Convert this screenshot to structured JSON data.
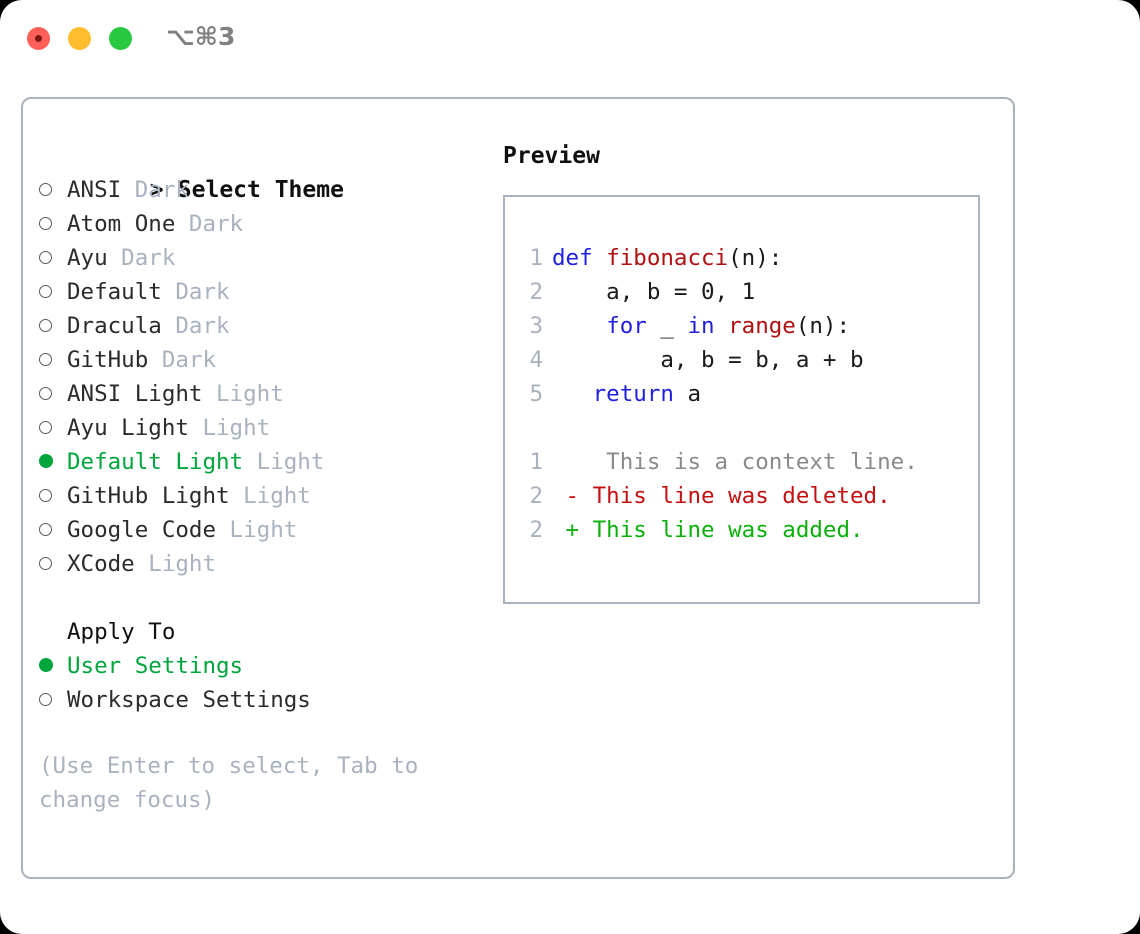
{
  "window": {
    "shortcut": "⌥⌘3",
    "traffic_lights": [
      "close-red",
      "minimize-yellow",
      "maximize-green"
    ]
  },
  "colors": {
    "accent_green": "#00a63c",
    "muted_grey": "#a9b2bf",
    "border": "#a9b2bf",
    "keyword_blue": "#1f1fe0",
    "function_red": "#b01010",
    "diff_add_green": "#0bb00b",
    "diff_del_red": "#c41010",
    "text": "#2b2b2b"
  },
  "theme_picker": {
    "caret": ">",
    "header": "Select Theme",
    "marker_unselected": "○",
    "marker_selected": "●",
    "items": [
      {
        "name": "ANSI",
        "kind": "Dark",
        "selected": false
      },
      {
        "name": "Atom One",
        "kind": "Dark",
        "selected": false
      },
      {
        "name": "Ayu",
        "kind": "Dark",
        "selected": false
      },
      {
        "name": "Default",
        "kind": "Dark",
        "selected": false
      },
      {
        "name": "Dracula",
        "kind": "Dark",
        "selected": false
      },
      {
        "name": "GitHub",
        "kind": "Dark",
        "selected": false
      },
      {
        "name": "ANSI Light",
        "kind": "Light",
        "selected": false
      },
      {
        "name": "Ayu Light",
        "kind": "Light",
        "selected": false
      },
      {
        "name": "Default Light",
        "kind": "Light",
        "selected": true
      },
      {
        "name": "GitHub Light",
        "kind": "Light",
        "selected": false
      },
      {
        "name": "Google Code",
        "kind": "Light",
        "selected": false
      },
      {
        "name": "XCode",
        "kind": "Light",
        "selected": false
      }
    ]
  },
  "apply_to": {
    "header": "Apply To",
    "items": [
      {
        "name": "User Settings",
        "selected": true
      },
      {
        "name": "Workspace Settings",
        "selected": false
      }
    ]
  },
  "hint": "(Use Enter to select, Tab to change focus)",
  "preview": {
    "title": "Preview",
    "code_lines": [
      {
        "no": "1",
        "tokens": [
          {
            "t": "def ",
            "c": "kw"
          },
          {
            "t": "fibonacci",
            "c": "fn"
          },
          {
            "t": "(n):",
            "c": "txt"
          }
        ]
      },
      {
        "no": "2",
        "tokens": [
          {
            "t": "    a, b = 0, 1",
            "c": "txt"
          }
        ]
      },
      {
        "no": "3",
        "tokens": [
          {
            "t": "    ",
            "c": "txt"
          },
          {
            "t": "for",
            "c": "kw"
          },
          {
            "t": " _ ",
            "c": "txt"
          },
          {
            "t": "in",
            "c": "kw"
          },
          {
            "t": " ",
            "c": "txt"
          },
          {
            "t": "range",
            "c": "fn"
          },
          {
            "t": "(n):",
            "c": "txt"
          }
        ]
      },
      {
        "no": "4",
        "tokens": [
          {
            "t": "        a, b = b, a + b",
            "c": "txt"
          }
        ]
      },
      {
        "no": "5",
        "tokens": [
          {
            "t": "   ",
            "c": "txt"
          },
          {
            "t": "return",
            "c": "kw"
          },
          {
            "t": " a",
            "c": "txt"
          }
        ]
      }
    ],
    "diff_lines": [
      {
        "no": "1",
        "sign": " ",
        "text": "  This is a context line.",
        "kind": "ctx"
      },
      {
        "no": "2",
        "sign": "-",
        "text": " This line was deleted.",
        "kind": "del"
      },
      {
        "no": "2",
        "sign": "+",
        "text": " This line was added.",
        "kind": "add"
      }
    ]
  }
}
